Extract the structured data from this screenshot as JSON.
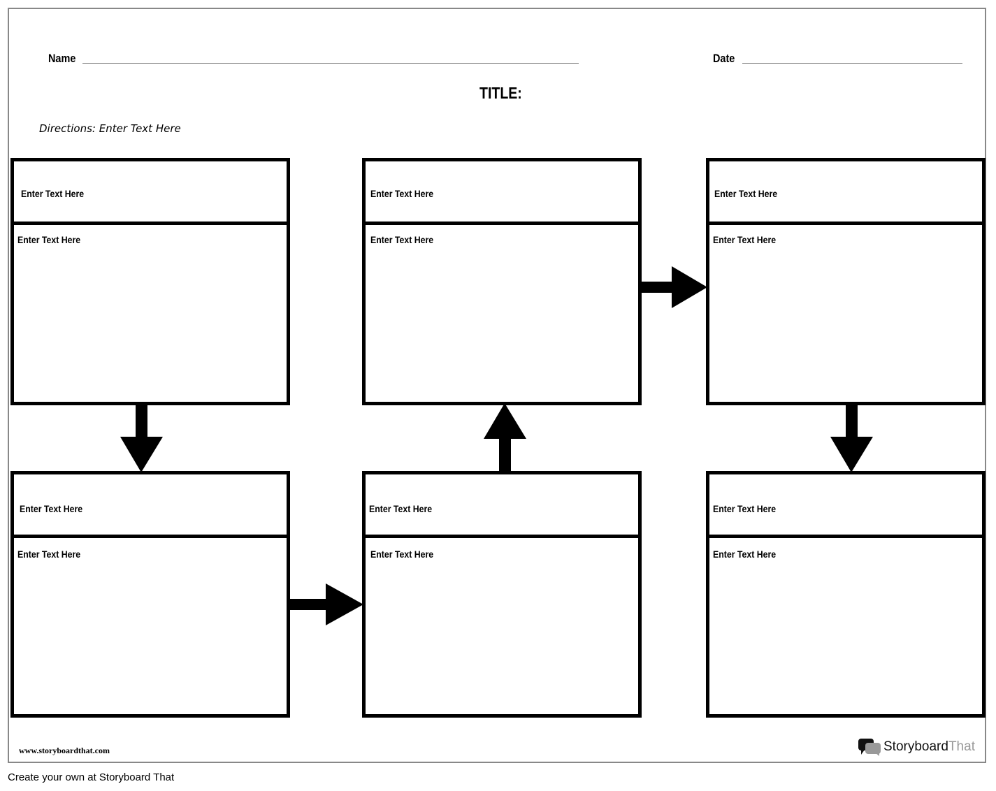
{
  "header": {
    "name_label": "Name",
    "date_label": "Date",
    "title": "TITLE:",
    "directions": "Directions: Enter Text Here"
  },
  "boxes": [
    {
      "header": "Enter Text Here",
      "body": "Enter Text Here"
    },
    {
      "header": "Enter Text Here",
      "body": "Enter Text Here"
    },
    {
      "header": "Enter Text Here",
      "body": "Enter Text Here"
    },
    {
      "header": "Enter Text Here",
      "body": "Enter Text Here"
    },
    {
      "header": "Enter Text Here",
      "body": "Enter Text Here"
    },
    {
      "header": "Enter Text Here",
      "body": "Enter Text Here"
    }
  ],
  "footer": {
    "url": "www.storyboardthat.com",
    "brand_part1": "Storyboard",
    "brand_part2": "That",
    "caption": "Create your own at Storyboard That"
  }
}
